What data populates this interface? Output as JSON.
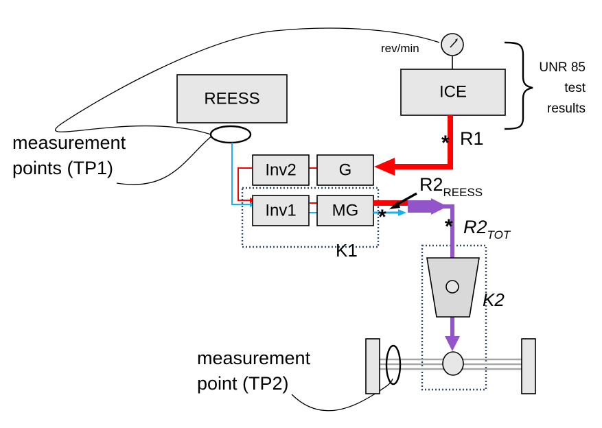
{
  "boxes": {
    "reess": "REESS",
    "ice": "ICE",
    "inv2": "Inv2",
    "g": "G",
    "inv1": "Inv1",
    "mg": "MG"
  },
  "labels": {
    "rev_min": "rev/min",
    "unr_line1": "UNR 85",
    "unr_line2": "test",
    "unr_line3": "results",
    "r1": "R1",
    "r2_reess_main": "R2",
    "r2_reess_sub": "REESS",
    "r2_tot_main": "R2",
    "r2_tot_sub": "TOT",
    "k1": "K1",
    "k2": "K2",
    "tp1_line1": "measurement",
    "tp1_line2": "points (TP1)",
    "tp2_line1": "measurement",
    "tp2_line2": "point (TP2)",
    "asterisk": "*"
  },
  "colors": {
    "mechanical_flow": "#ff0000",
    "electrical_flow": "#1ab0ea",
    "combined_flow": "#9354c9",
    "box_fill": "#e7e7e7",
    "dotted_frame": "#2f4a6b"
  }
}
